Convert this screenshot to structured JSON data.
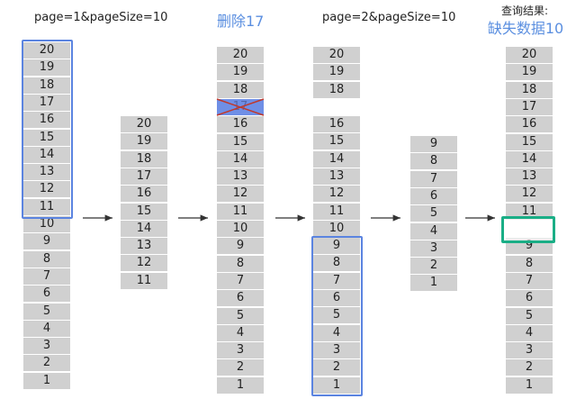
{
  "labels": {
    "col1": "page=1&pageSize=10",
    "col3": "删除17",
    "col4": "page=2&pageSize=10",
    "col6_top": "查询结果:",
    "col6_bottom": "缺失数据10"
  },
  "columns": {
    "col1": [
      "20",
      "19",
      "18",
      "17",
      "16",
      "15",
      "14",
      "13",
      "12",
      "11",
      "10",
      "9",
      "8",
      "7",
      "6",
      "5",
      "4",
      "3",
      "2",
      "1"
    ],
    "col2": [
      "20",
      "19",
      "18",
      "17",
      "16",
      "15",
      "14",
      "13",
      "12",
      "11"
    ],
    "col3": [
      "20",
      "19",
      "18",
      "17",
      "16",
      "15",
      "14",
      "13",
      "12",
      "11",
      "10",
      "9",
      "8",
      "7",
      "6",
      "5",
      "4",
      "3",
      "2",
      "1"
    ],
    "col4_top": [
      "20",
      "19",
      "18"
    ],
    "col4_bottom": [
      "16",
      "15",
      "14",
      "13",
      "12",
      "11",
      "10",
      "9",
      "8",
      "7",
      "6",
      "5",
      "4",
      "3",
      "2",
      "1"
    ],
    "col5": [
      "9",
      "8",
      "7",
      "6",
      "5",
      "4",
      "3",
      "2",
      "1"
    ],
    "col6": [
      "20",
      "19",
      "18",
      "17",
      "16",
      "15",
      "14",
      "13",
      "12",
      "11",
      "",
      "9",
      "8",
      "7",
      "6",
      "5",
      "4",
      "3",
      "2",
      "1"
    ]
  },
  "colors": {
    "cell": "#d0d0d0",
    "highlight_blue": "#5b84e0",
    "deleted_fill": "#6f8fe6",
    "cross": "#c0392b",
    "missing_green": "#1aae86"
  }
}
